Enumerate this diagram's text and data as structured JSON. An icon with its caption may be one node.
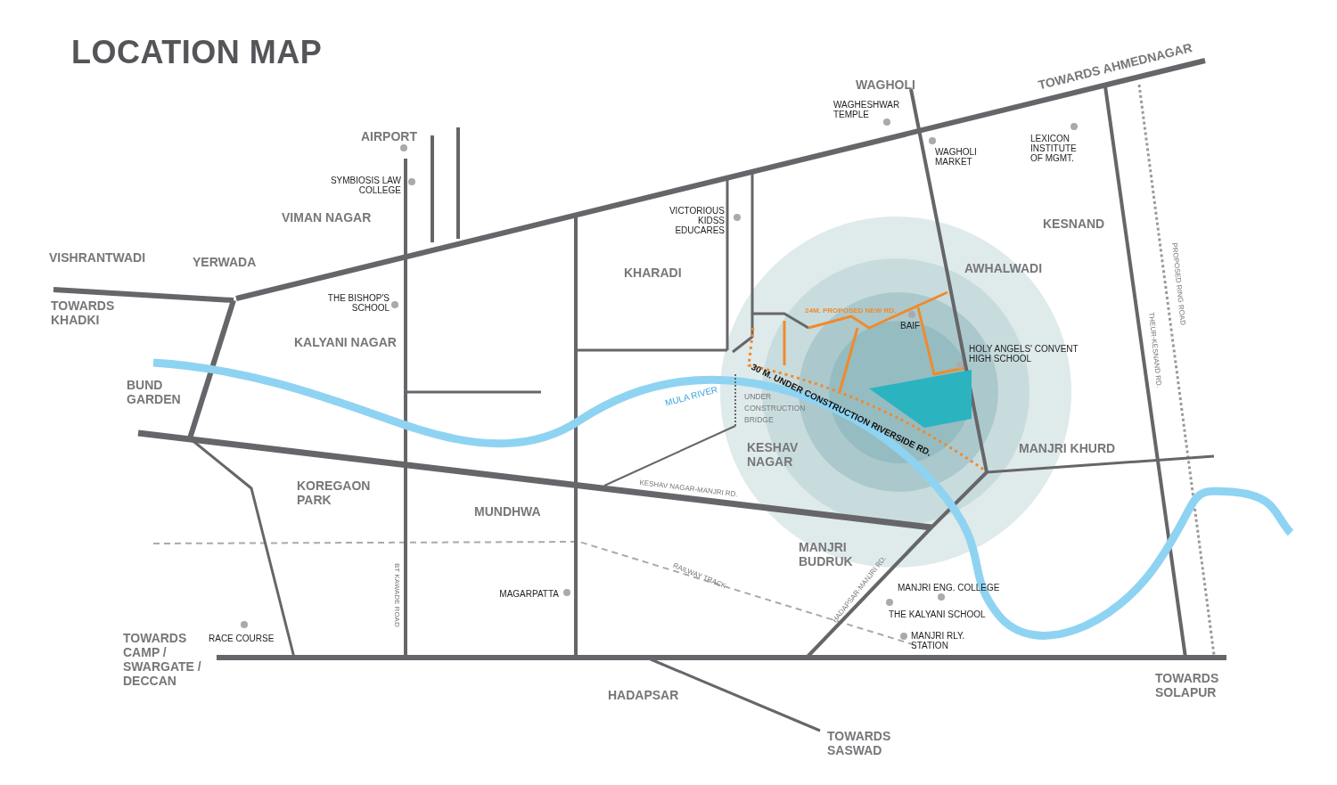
{
  "diagram": {
    "title": "LOCATION MAP",
    "nodes": [
      {
        "text": [],
        "shape": "box"
      }
    ],
    "labels": [
      "WAGHOLI",
      "TOWARDS AHMEDNAGAR",
      "WAGHESHWAR TEMPLE",
      "WAGHOLI MARKET",
      "LEXICON INSTITUTE OF MGMT.",
      "AIRPORT",
      "SYMBIOSIS LAW COLLEGE",
      "VIMAN NAGAR",
      "KESNAND",
      "VICTORIOUS KIDSS EDUCARES",
      "VISHRANTWADI",
      "YERWADA",
      "KHARADI",
      "AWHALWADI",
      "TOWARDS KHADKI",
      "THE BISHOP'S SCHOOL",
      "24M. PROPOSED NEW RD.",
      "BAIF",
      "KALYANI NAGAR",
      "HOLY ANGELS' CONVENT HIGH SCHOOL",
      "30 M. UNDER CONSTRUCTION RIVERSIDE RD.",
      "BUND GARDEN",
      "UNDER CONSTRUCTION BRIDGE",
      "MULA RIVER",
      "MANJRI KHURD",
      "KESHAV NAGAR",
      "KESHAV NAGAR-MANJRI RD.",
      "KOREGAON PARK",
      "MUNDHWA",
      "MANJRI BUDRUK",
      "RAILWAY TRACK",
      "BT KAWADE ROAD",
      "HADAPSAR-MANJRI RD.",
      "MAGARPATTA",
      "MANJRI ENG. COLLEGE",
      "THE KALYANI SCHOOL",
      "TOWARDS CAMP / SWARGATE / DECCAN",
      "RACE COURSE",
      "MANJRI RLY. STATION",
      "HADAPSAR",
      "TOWARDS SOLAPUR",
      "TOWARDS SASWAD",
      "THEUR-KESNAND RD.",
      "PROPOSED RING ROAD"
    ]
  }
}
